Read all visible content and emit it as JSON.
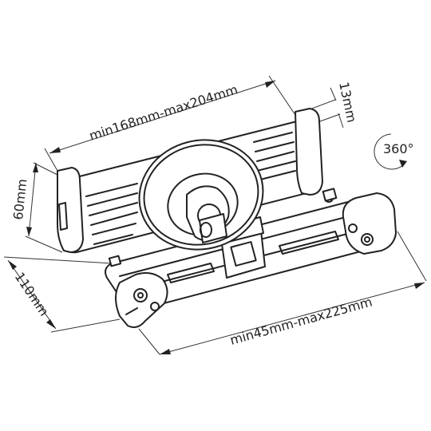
{
  "dimensions": {
    "holder_width": "min168mm-max204mm",
    "holder_depth": "13mm",
    "holder_height": "60mm",
    "bar_depth": "110mm",
    "bar_width": "min45mm-max225mm",
    "rotation": "360°"
  }
}
